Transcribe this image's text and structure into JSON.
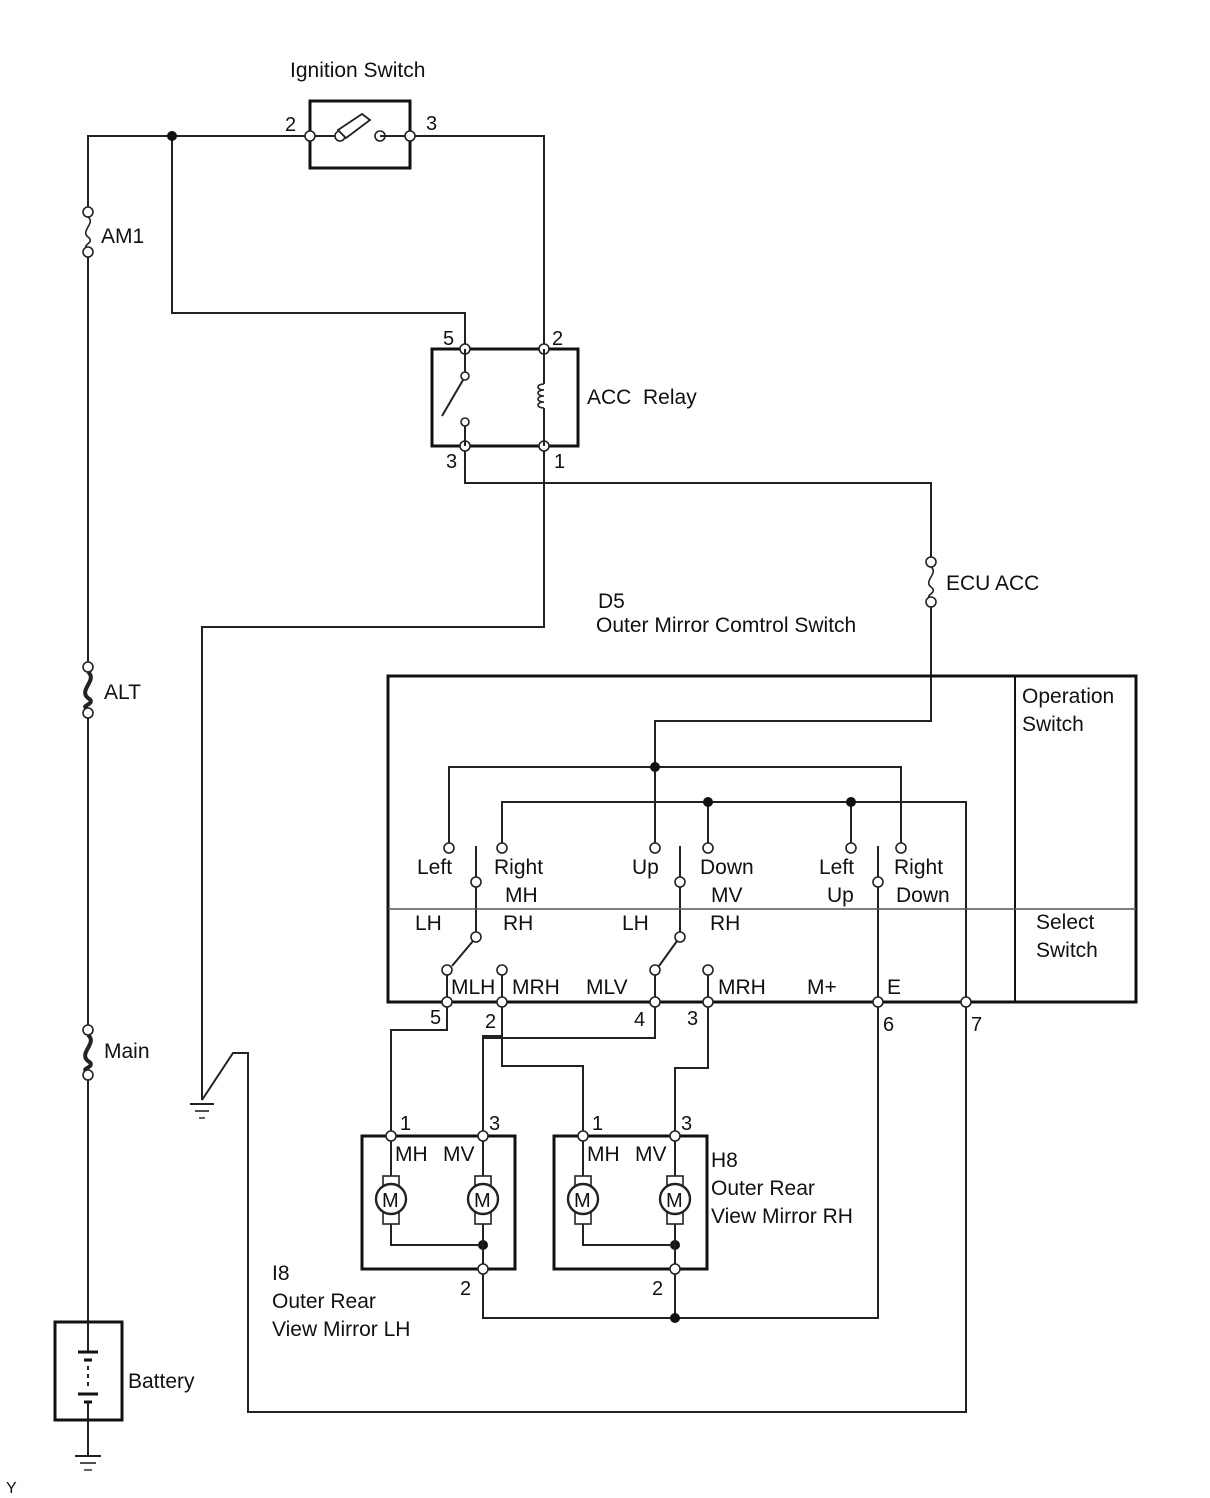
{
  "ignition_switch": {
    "label": "Ignition Switch",
    "pins": [
      "2",
      "3"
    ]
  },
  "acc_relay": {
    "label": "ACC  Relay",
    "pins": [
      "5",
      "2",
      "3",
      "1"
    ]
  },
  "fuses": {
    "am1": "AM1",
    "alt": "ALT",
    "main": "Main",
    "ecu_acc": "ECU ACC"
  },
  "battery": {
    "label": "Battery"
  },
  "control_switch": {
    "code": "D5",
    "name": "Outer Mirror Comtrol Switch",
    "operation_label": "Operation\nSwitch",
    "select_label": "Select\nSwitch",
    "contacts": [
      "Left",
      "Right",
      "Up",
      "Down",
      "Left",
      "Right"
    ],
    "mh_label": "MH",
    "mv_label": "MV",
    "up_label": "Up",
    "down_label": "Down",
    "lh_1": "LH",
    "rh_1": "RH",
    "lh_2": "LH",
    "rh_2": "RH",
    "terminals": [
      "MLH",
      "MRH",
      "MLV",
      "MRH",
      "M+",
      "E"
    ],
    "pins": [
      "5",
      "2",
      "4",
      "3",
      "6",
      "7"
    ]
  },
  "mirror_lh": {
    "code": "I8",
    "name_line1": "Outer Rear",
    "name_line2": "View Mirror LH",
    "motor_labels": [
      "MH",
      "MV"
    ],
    "motor_symbol": "M",
    "pins": [
      "1",
      "3",
      "2"
    ]
  },
  "mirror_rh": {
    "code": "H8",
    "name_line1": "Outer Rear",
    "name_line2": "View Mirror RH",
    "motor_labels": [
      "MH",
      "MV"
    ],
    "motor_symbol": "M",
    "pins": [
      "1",
      "3",
      "2"
    ]
  },
  "corner_mark": "Y"
}
